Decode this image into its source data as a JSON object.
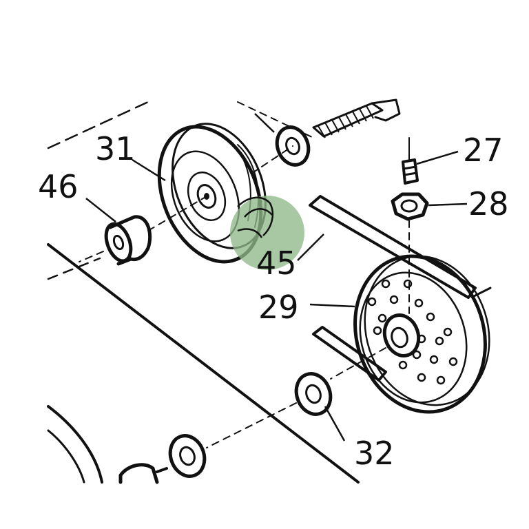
{
  "diagram": {
    "callouts": [
      {
        "id": "31",
        "label": "31"
      },
      {
        "id": "46",
        "label": "46"
      },
      {
        "id": "27",
        "label": "27"
      },
      {
        "id": "28",
        "label": "28"
      },
      {
        "id": "45",
        "label": "45"
      },
      {
        "id": "29",
        "label": "29"
      },
      {
        "id": "32",
        "label": "32"
      }
    ],
    "highlight_color": "#8fb98a",
    "ink_color": "#111111",
    "background": "#ffffff"
  }
}
